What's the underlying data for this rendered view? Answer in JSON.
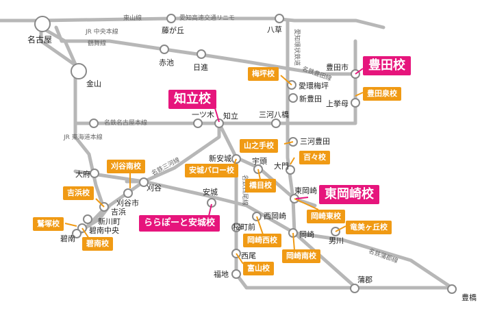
{
  "lines": {
    "tozan": "東山線",
    "aikan": "愛知高速交通リニモ",
    "chuo": "JR 中央本線",
    "tsurumai": "鶴舞線",
    "meitetsu_toyota": "名鉄豊田線",
    "aichi_kanjo": "愛知環状鉄道",
    "meitetsu_nagoya": "名鉄名古屋本線",
    "tokaido": "JR 東海道本線",
    "mikawa": "名鉄三河線",
    "nishio": "名鉄西尾線",
    "gamagori": "名鉄蒲郡線"
  },
  "stations": {
    "nagoya": "名古屋",
    "fujigaoka": "藤が丘",
    "yagusa": "八草",
    "kanayama": "金山",
    "akaike": "赤池",
    "nisshin": "日進",
    "toyotashi": "豊田市",
    "aikanumetsubo": "愛環梅坪",
    "shintoyota": "新豊田",
    "uwagoromo": "上挙母",
    "hitotsugi": "一ツ木",
    "chiryu": "知立",
    "mikawayahashi": "三河八橋",
    "mikawatoyota": "三河豊田",
    "obu": "大府",
    "shinanjo": "新安城",
    "uto": "宇頭",
    "daimon": "大門",
    "kariya": "刈谷",
    "kariyashi": "刈谷市",
    "yoshihama": "吉浜",
    "shinkawamachi": "新川町",
    "hekinanchuo": "碧南中央",
    "hekinan": "碧南",
    "anjo": "安城",
    "higashiokazaki": "東岡崎",
    "nishiokazaki": "西岡崎",
    "sakuramachimae": "桜町前",
    "okazaki": "岡崎",
    "otogawa": "男川",
    "nishio": "西尾",
    "fukuchi": "福地",
    "gamagori": "蒲郡",
    "toyohashi": "豊橋"
  },
  "schools": {
    "toyota": "豊田校",
    "umetsubo": "梅坪校",
    "toyotaizumi": "豊田泉校",
    "chiryu": "知立校",
    "yamanote": "山之手校",
    "momo": "百々校",
    "kariyaminami": "刈谷南校",
    "anjovalue": "安城バロー校",
    "hashime": "橋目校",
    "yoshihama": "吉浜校",
    "higashiokazaki": "東岡崎校",
    "lalaport": "ららぽーと安城校",
    "okazakihigashi": "岡崎東校",
    "washizuka": "鷲塚校",
    "ryubigaoka": "竜美ヶ丘校",
    "hekinan": "碧南校",
    "okazakinishi": "岡崎西校",
    "okazakiminami": "岡崎南校",
    "tomiyama": "富山校"
  }
}
